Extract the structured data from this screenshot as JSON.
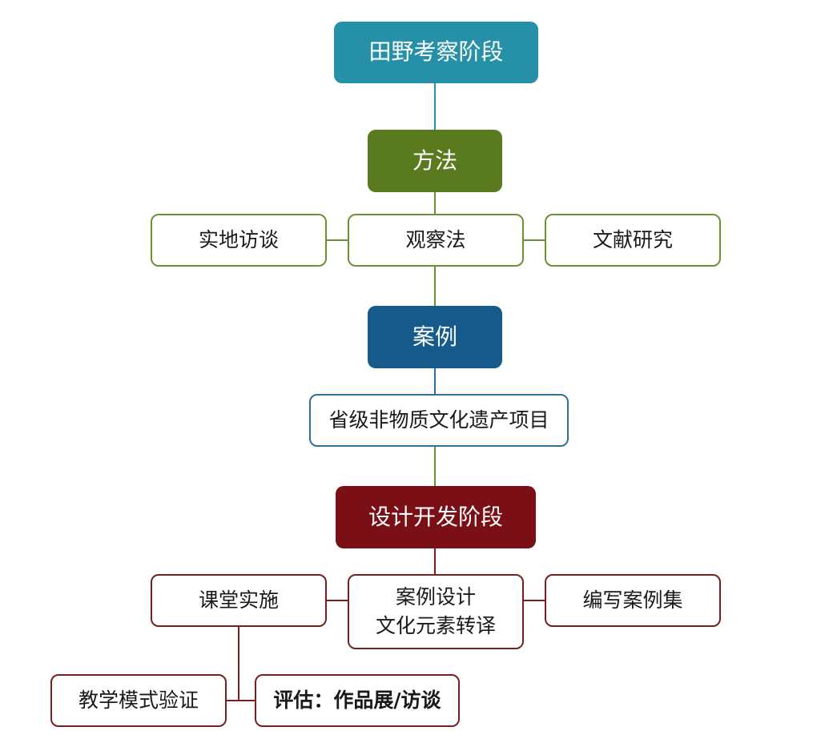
{
  "nodes": {
    "field_stage": "田野考察阶段",
    "method": "方法",
    "interview": "实地访谈",
    "observation": "观察法",
    "literature": "文献研究",
    "case": "案例",
    "heritage": "省级非物质文化遗产项目",
    "design_stage": "设计开发阶段",
    "classroom": "课堂实施",
    "case_design": "案例设计",
    "culture_translation": "文化元素转译",
    "compile": "编写案例集",
    "teaching_verify": "教学模式验证",
    "evaluation": "评估：作品展/访谈"
  },
  "colors": {
    "field_stage": "#2590a8",
    "method": "#5a7a1f",
    "case": "#155a8a",
    "design_stage": "#7a1016",
    "green_line": "#6f8f35",
    "blue_line": "#2f6f9b",
    "red_line": "#7a1f1f"
  }
}
